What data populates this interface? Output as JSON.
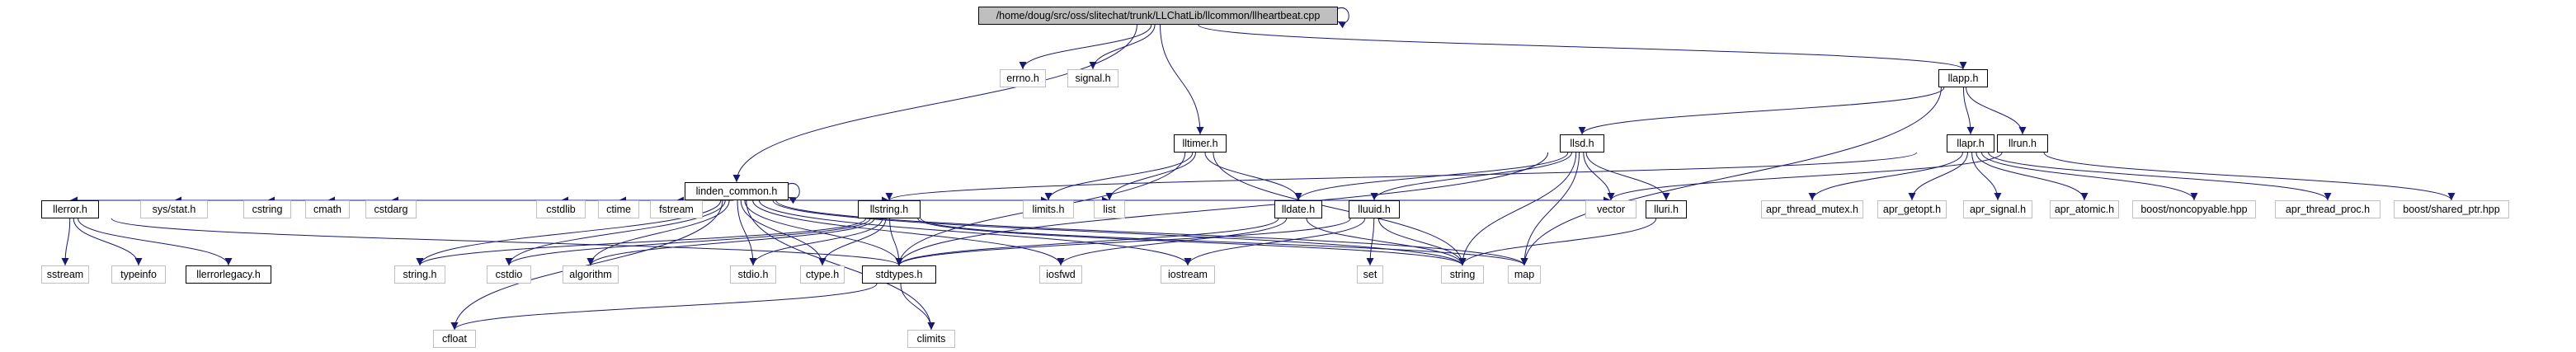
{
  "diagram": {
    "nodes": [
      {
        "id": "root",
        "label": "/home/doug/src/oss/slitechat/trunk/LLChatLib/llcommon/llheartbeat.cpp",
        "kind": "root"
      },
      {
        "id": "errno",
        "label": "errno.h",
        "kind": "system"
      },
      {
        "id": "signal",
        "label": "signal.h",
        "kind": "system"
      },
      {
        "id": "linden_common",
        "label": "linden_common.h",
        "kind": "file"
      },
      {
        "id": "lltimer",
        "label": "lltimer.h",
        "kind": "file"
      },
      {
        "id": "llapp",
        "label": "llapp.h",
        "kind": "file"
      },
      {
        "id": "llsd",
        "label": "llsd.h",
        "kind": "file"
      },
      {
        "id": "llapr",
        "label": "llapr.h",
        "kind": "file"
      },
      {
        "id": "llrun",
        "label": "llrun.h",
        "kind": "file"
      },
      {
        "id": "llerror",
        "label": "llerror.h",
        "kind": "file"
      },
      {
        "id": "sysstat",
        "label": "sys/stat.h",
        "kind": "system"
      },
      {
        "id": "cstring",
        "label": "cstring",
        "kind": "system"
      },
      {
        "id": "cmath",
        "label": "cmath",
        "kind": "system"
      },
      {
        "id": "cstdarg",
        "label": "cstdarg",
        "kind": "system"
      },
      {
        "id": "cstdlib",
        "label": "cstdlib",
        "kind": "system"
      },
      {
        "id": "ctime",
        "label": "ctime",
        "kind": "system"
      },
      {
        "id": "fstream",
        "label": "fstream",
        "kind": "system"
      },
      {
        "id": "llstring",
        "label": "llstring.h",
        "kind": "file"
      },
      {
        "id": "limits",
        "label": "limits.h",
        "kind": "system"
      },
      {
        "id": "list",
        "label": "list",
        "kind": "system"
      },
      {
        "id": "lldate",
        "label": "lldate.h",
        "kind": "file"
      },
      {
        "id": "lluuid",
        "label": "lluuid.h",
        "kind": "file"
      },
      {
        "id": "vector",
        "label": "vector",
        "kind": "system"
      },
      {
        "id": "lluri",
        "label": "lluri.h",
        "kind": "file"
      },
      {
        "id": "apr_thread_mutex",
        "label": "apr_thread_mutex.h",
        "kind": "system"
      },
      {
        "id": "apr_getopt",
        "label": "apr_getopt.h",
        "kind": "system"
      },
      {
        "id": "apr_signal",
        "label": "apr_signal.h",
        "kind": "system"
      },
      {
        "id": "apr_atomic",
        "label": "apr_atomic.h",
        "kind": "system"
      },
      {
        "id": "noncopyable",
        "label": "boost/noncopyable.hpp",
        "kind": "system"
      },
      {
        "id": "apr_thread_proc",
        "label": "apr_thread_proc.h",
        "kind": "system"
      },
      {
        "id": "shared_ptr",
        "label": "boost/shared_ptr.hpp",
        "kind": "system"
      },
      {
        "id": "sstream",
        "label": "sstream",
        "kind": "system"
      },
      {
        "id": "typeinfo",
        "label": "typeinfo",
        "kind": "system"
      },
      {
        "id": "llerrorlegacy",
        "label": "llerrorlegacy.h",
        "kind": "file"
      },
      {
        "id": "stringh",
        "label": "string.h",
        "kind": "system"
      },
      {
        "id": "cstdio",
        "label": "cstdio",
        "kind": "system"
      },
      {
        "id": "algorithm",
        "label": "algorithm",
        "kind": "system"
      },
      {
        "id": "stdio",
        "label": "stdio.h",
        "kind": "system"
      },
      {
        "id": "ctype",
        "label": "ctype.h",
        "kind": "system"
      },
      {
        "id": "stdtypes",
        "label": "stdtypes.h",
        "kind": "file"
      },
      {
        "id": "iosfwd",
        "label": "iosfwd",
        "kind": "system"
      },
      {
        "id": "iostream",
        "label": "iostream",
        "kind": "system"
      },
      {
        "id": "set",
        "label": "set",
        "kind": "system"
      },
      {
        "id": "string",
        "label": "string",
        "kind": "system"
      },
      {
        "id": "map",
        "label": "map",
        "kind": "system"
      },
      {
        "id": "climits",
        "label": "climits",
        "kind": "system"
      },
      {
        "id": "cfloat",
        "label": "cfloat",
        "kind": "system"
      }
    ],
    "edges": [
      [
        "root",
        "root"
      ],
      [
        "root",
        "errno"
      ],
      [
        "root",
        "signal"
      ],
      [
        "root",
        "linden_common"
      ],
      [
        "root",
        "lltimer"
      ],
      [
        "root",
        "llapp"
      ],
      [
        "linden_common",
        "linden_common"
      ],
      [
        "linden_common",
        "llerror"
      ],
      [
        "linden_common",
        "sysstat"
      ],
      [
        "linden_common",
        "cstring"
      ],
      [
        "linden_common",
        "cmath"
      ],
      [
        "linden_common",
        "cstdarg"
      ],
      [
        "linden_common",
        "cstdlib"
      ],
      [
        "linden_common",
        "ctime"
      ],
      [
        "linden_common",
        "fstream"
      ],
      [
        "linden_common",
        "llstring"
      ],
      [
        "linden_common",
        "limits"
      ],
      [
        "linden_common",
        "list"
      ],
      [
        "linden_common",
        "vector"
      ],
      [
        "linden_common",
        "map"
      ],
      [
        "linden_common",
        "string"
      ],
      [
        "linden_common",
        "stringh"
      ],
      [
        "linden_common",
        "cstdio"
      ],
      [
        "linden_common",
        "algorithm"
      ],
      [
        "linden_common",
        "stdio"
      ],
      [
        "linden_common",
        "ctype"
      ],
      [
        "linden_common",
        "stdtypes"
      ],
      [
        "linden_common",
        "iosfwd"
      ],
      [
        "linden_common",
        "iostream"
      ],
      [
        "linden_common",
        "climits"
      ],
      [
        "linden_common",
        "cfloat"
      ],
      [
        "lltimer",
        "limits"
      ],
      [
        "lltimer",
        "list"
      ],
      [
        "lltimer",
        "lldate"
      ],
      [
        "lltimer",
        "string"
      ],
      [
        "lltimer",
        "stdtypes"
      ],
      [
        "llapp",
        "llsd"
      ],
      [
        "llapp",
        "llapr"
      ],
      [
        "llapp",
        "llrun"
      ],
      [
        "llapp",
        "map"
      ],
      [
        "llsd",
        "lldate"
      ],
      [
        "llsd",
        "lluuid"
      ],
      [
        "llsd",
        "vector"
      ],
      [
        "llsd",
        "lluri"
      ],
      [
        "llsd",
        "string"
      ],
      [
        "llsd",
        "map"
      ],
      [
        "llsd",
        "stdtypes"
      ],
      [
        "llapr",
        "llstring"
      ],
      [
        "llapr",
        "apr_thread_mutex"
      ],
      [
        "llapr",
        "apr_getopt"
      ],
      [
        "llapr",
        "apr_signal"
      ],
      [
        "llapr",
        "apr_atomic"
      ],
      [
        "llapr",
        "noncopyable"
      ],
      [
        "llapr",
        "apr_thread_proc"
      ],
      [
        "llrun",
        "vector"
      ],
      [
        "llrun",
        "shared_ptr"
      ],
      [
        "llerror",
        "sstream"
      ],
      [
        "llerror",
        "typeinfo"
      ],
      [
        "llerror",
        "llerrorlegacy"
      ],
      [
        "llerror",
        "stdtypes"
      ],
      [
        "llstring",
        "stringh"
      ],
      [
        "llstring",
        "cstdio"
      ],
      [
        "llstring",
        "algorithm"
      ],
      [
        "llstring",
        "stdio"
      ],
      [
        "llstring",
        "ctype"
      ],
      [
        "llstring",
        "stdtypes"
      ],
      [
        "llstring",
        "string"
      ],
      [
        "llstring",
        "map"
      ],
      [
        "lldate",
        "iosfwd"
      ],
      [
        "lldate",
        "string"
      ],
      [
        "lldate",
        "stdtypes"
      ],
      [
        "lluuid",
        "iostream"
      ],
      [
        "lluuid",
        "set"
      ],
      [
        "lluuid",
        "string"
      ],
      [
        "lluuid",
        "stdtypes"
      ],
      [
        "lluri",
        "string"
      ],
      [
        "stdtypes",
        "climits"
      ],
      [
        "stdtypes",
        "cfloat"
      ]
    ]
  }
}
